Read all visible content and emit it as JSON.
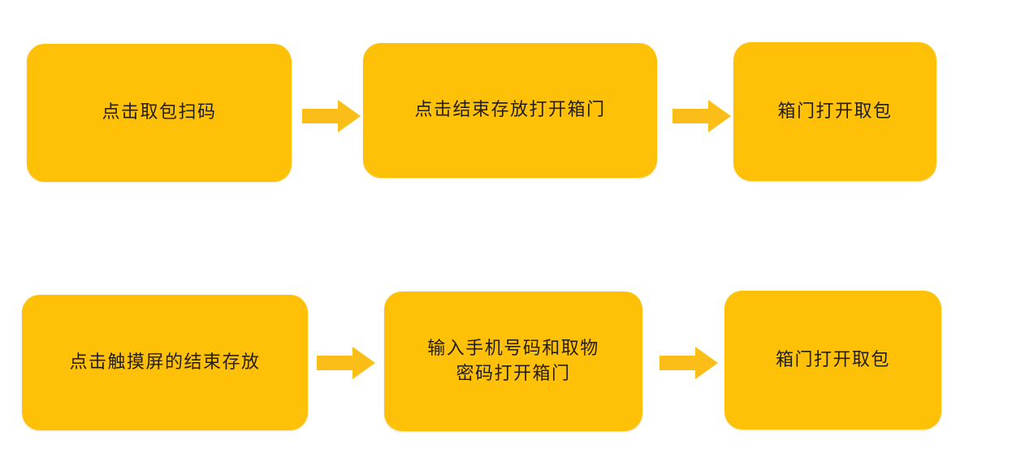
{
  "diagram": {
    "type": "flowchart",
    "orientation": "left-to-right",
    "background_color": "#FFFFFF",
    "node_color": "#FFC107",
    "arrow_color": "#FBBE18",
    "text_color": "#231F10",
    "rows": [
      {
        "name": "scan-code-pickup-flow",
        "nodes": [
          {
            "id": "r1-c1",
            "label": "点击取包扫码"
          },
          {
            "id": "r1-c2",
            "label": "点击结束存放打开箱门"
          },
          {
            "id": "r1-c3",
            "label": "箱门打开取包"
          }
        ],
        "arrows": [
          {
            "id": "r1-a1",
            "glyph": "right-arrow-icon"
          },
          {
            "id": "r1-a2",
            "glyph": "right-arrow-icon"
          }
        ]
      },
      {
        "name": "touchscreen-pickup-flow",
        "nodes": [
          {
            "id": "r2-c1",
            "label": "点击触摸屏的结束存放"
          },
          {
            "id": "r2-c2",
            "label": "输入手机号码和取物\n密码打开箱门"
          },
          {
            "id": "r2-c3",
            "label": "箱门打开取包"
          }
        ],
        "arrows": [
          {
            "id": "r2-a1",
            "glyph": "right-arrow-icon"
          },
          {
            "id": "r2-a2",
            "glyph": "right-arrow-icon"
          }
        ]
      }
    ]
  }
}
